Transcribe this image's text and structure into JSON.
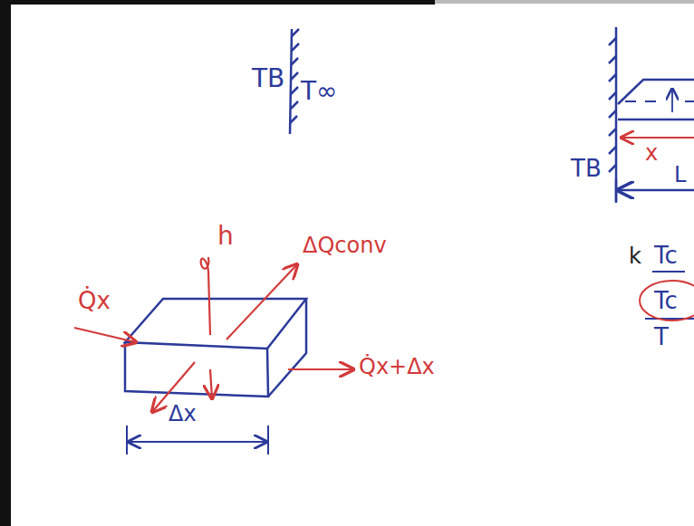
{
  "diagram": {
    "labels": [
      "TB",
      "T∞",
      "h",
      "ΔQconv",
      "Q̇x",
      "Q̇x+Δx",
      "Δx",
      "TB",
      "x",
      "L",
      "k",
      "Tc",
      "Tc",
      "T"
    ]
  }
}
